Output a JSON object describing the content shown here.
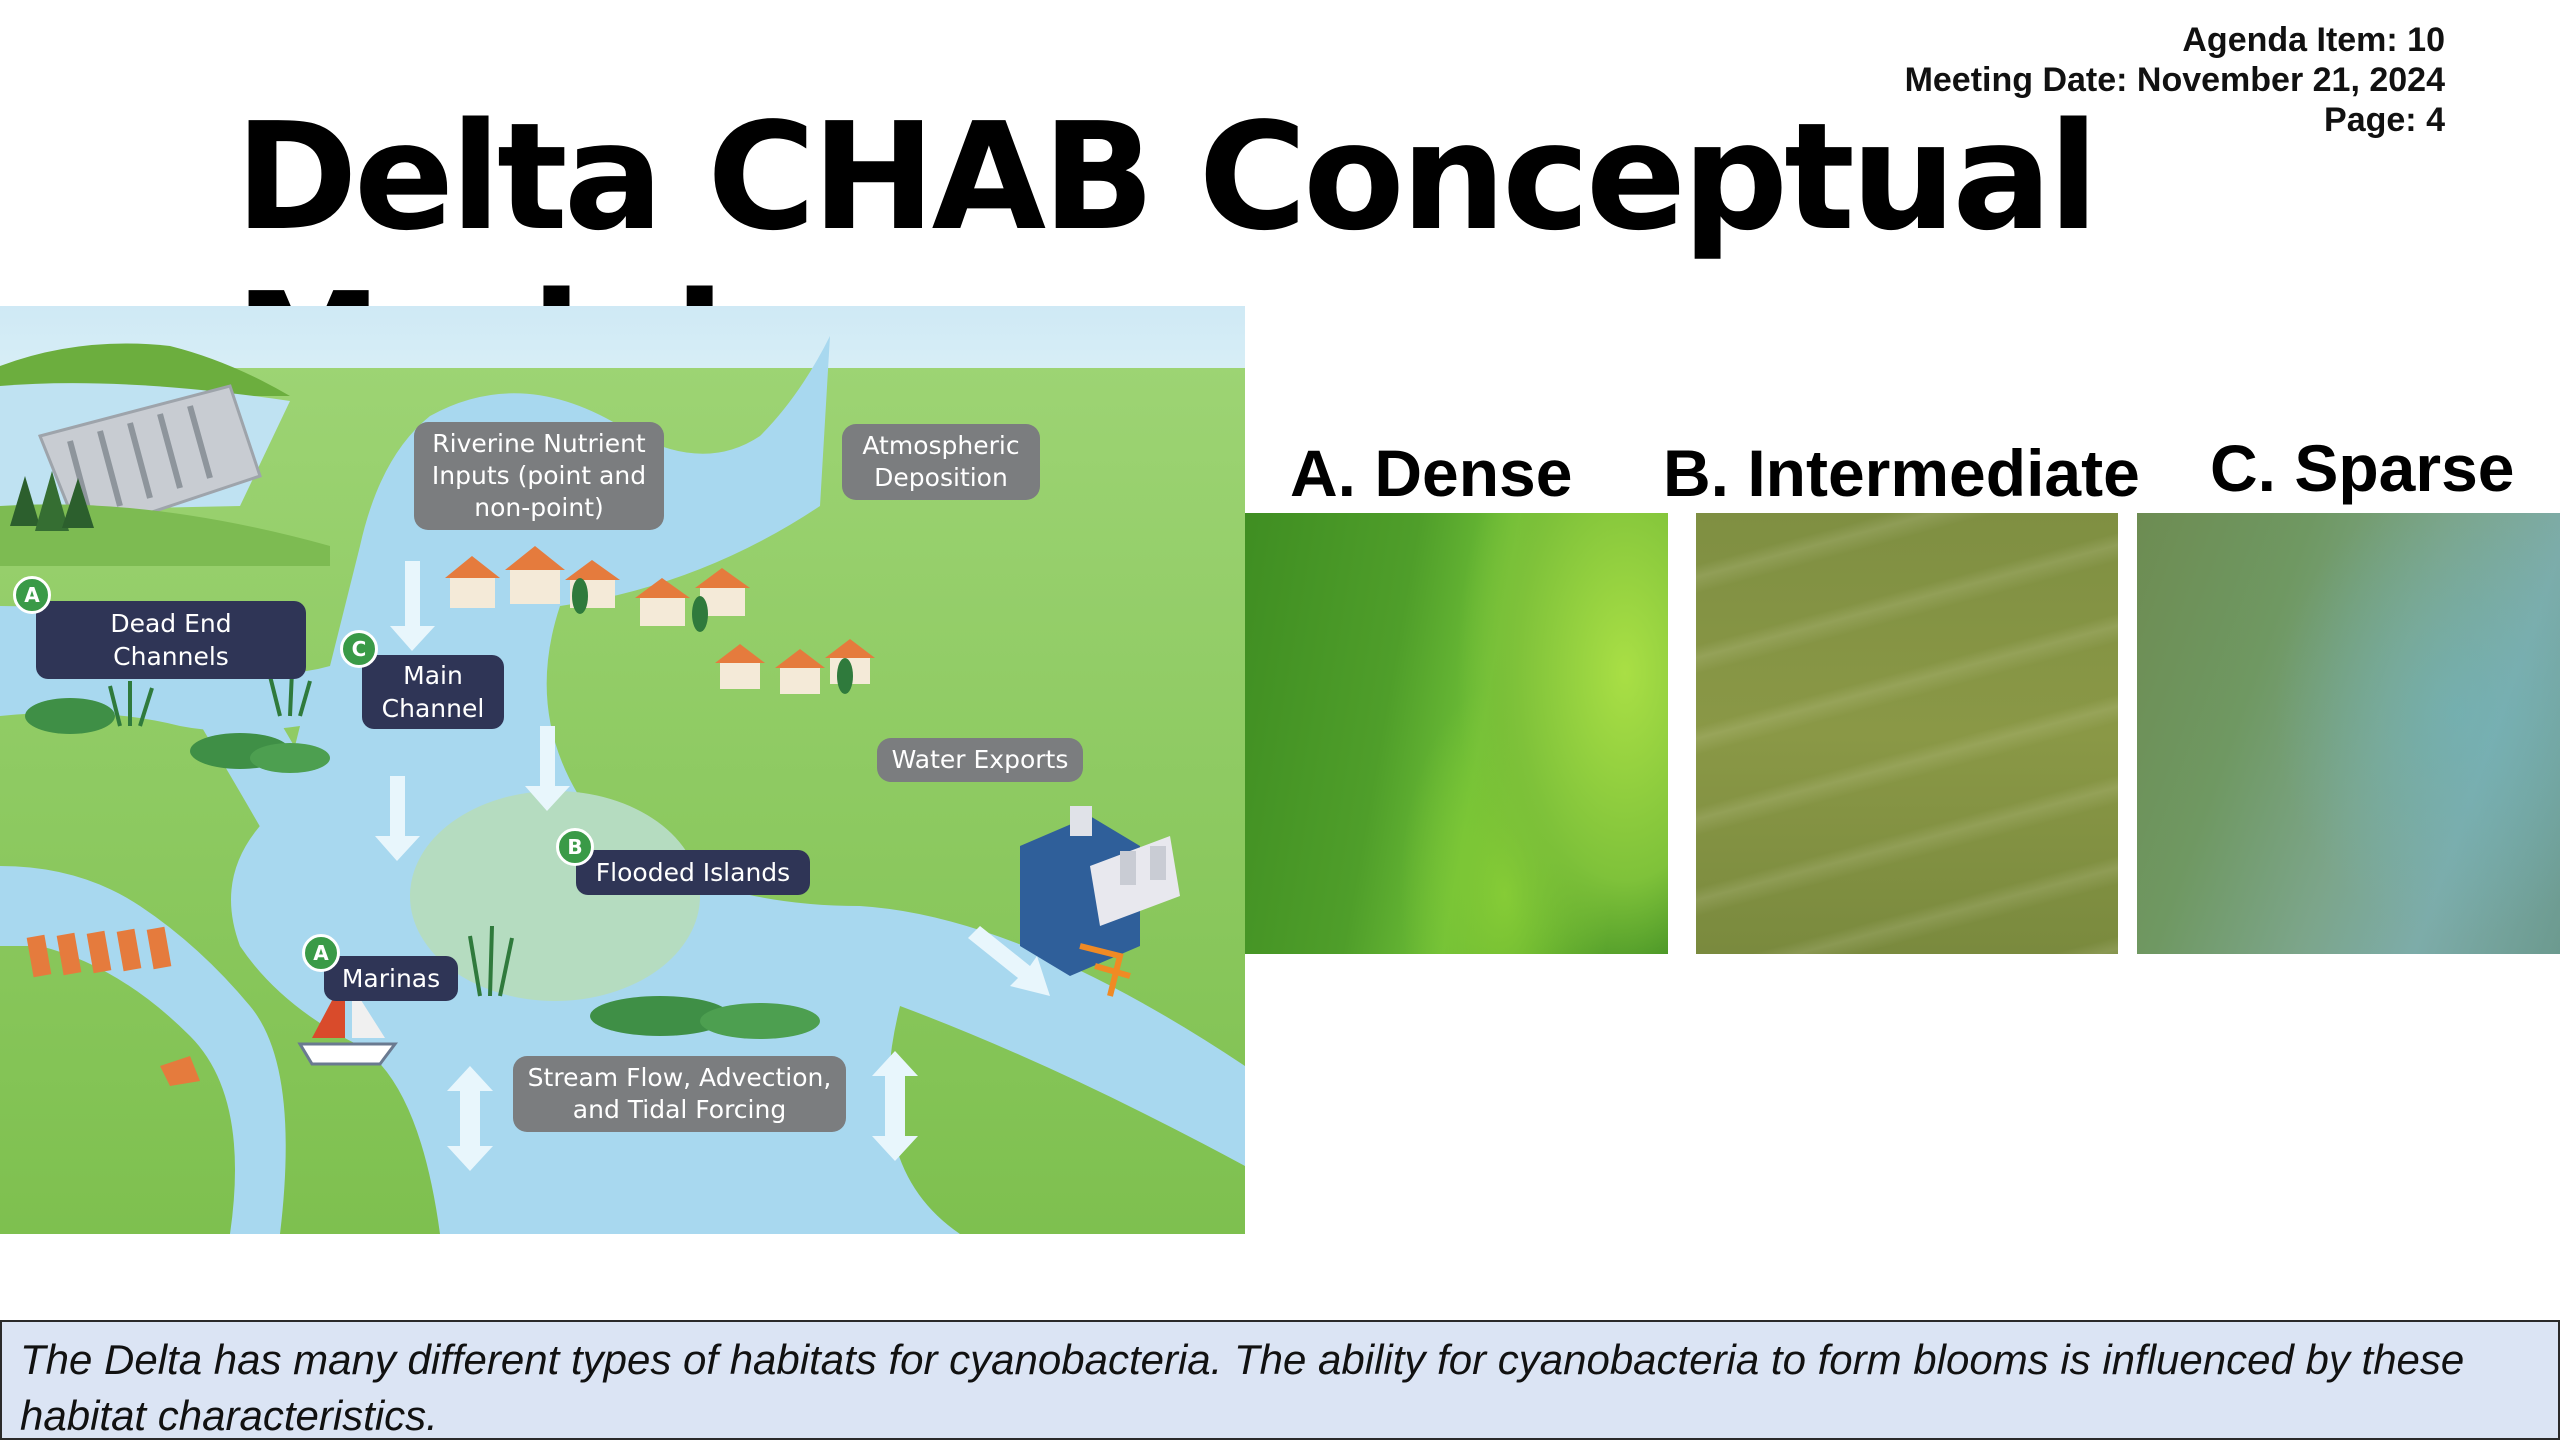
{
  "header": {
    "agenda_item": "Agenda Item: 10",
    "meeting_date": "Meeting Date: November 21, 2024",
    "page": "Page: 4",
    "title": "Delta CHAB Conceptual Model"
  },
  "diagram": {
    "callouts": {
      "riverine": "Riverine Nutrient\nInputs (point and\nnon-point)",
      "atmospheric": "Atmospheric\nDeposition",
      "water_exports": "Water Exports",
      "stream_flow": "Stream Flow, Advection,\nand Tidal Forcing"
    },
    "habitats": {
      "dead_end": "Dead End Channels",
      "main_channel": "Main\nChannel",
      "flooded_islands": "Flooded Islands",
      "marinas": "Marinas"
    },
    "badges": {
      "dead_end": "A",
      "main_channel": "C",
      "flooded_islands": "B",
      "marinas": "A"
    }
  },
  "photos": {
    "dense": "A. Dense",
    "intermediate": "B. Intermediate",
    "sparse": "C. Sparse"
  },
  "footer": {
    "text": "The Delta has many different types of habitats for cyanobacteria. The ability for cyanobacteria to form blooms is influenced by these habitat characteristics."
  },
  "colors": {
    "land_green": "#8dc95f",
    "water_blue": "#a8d8ef",
    "habitat_label": "#2f3556",
    "callout_gray": "#7b7d7f",
    "badge_green": "#3a9a47",
    "footer_bg": "#dbe4f4"
  }
}
